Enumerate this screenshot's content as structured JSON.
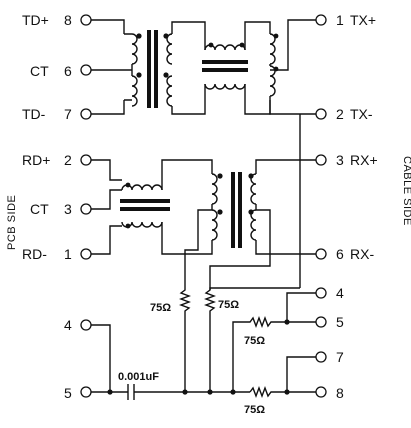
{
  "pins_left": [
    {
      "name": "TD+",
      "num": "8"
    },
    {
      "name": "CT",
      "num": "6"
    },
    {
      "name": "TD-",
      "num": "7"
    },
    {
      "name": "RD+",
      "num": "2"
    },
    {
      "name": "CT",
      "num": "3"
    },
    {
      "name": "RD-",
      "num": "1"
    },
    {
      "name": "",
      "num": "4"
    },
    {
      "name": "",
      "num": "5"
    }
  ],
  "pins_right": [
    {
      "num": "1",
      "name": "TX+"
    },
    {
      "num": "2",
      "name": "TX-"
    },
    {
      "num": "3",
      "name": "RX+"
    },
    {
      "num": "6",
      "name": "RX-"
    },
    {
      "num": "4",
      "name": ""
    },
    {
      "num": "5",
      "name": ""
    },
    {
      "num": "7",
      "name": ""
    },
    {
      "num": "8",
      "name": ""
    }
  ],
  "side_labels": {
    "left": "PCB SIDE",
    "right": "CABLE SIDE"
  },
  "components": {
    "r1": "75Ω",
    "r2": "75Ω",
    "r3": "75Ω",
    "r4": "75Ω",
    "cap": "0.001uF"
  }
}
